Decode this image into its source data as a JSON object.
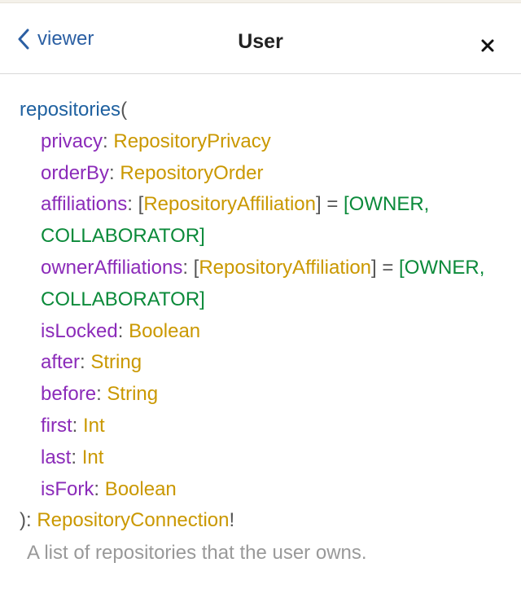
{
  "header": {
    "back_label": "viewer",
    "title": "User"
  },
  "field": {
    "name": "repositories",
    "open_paren": "(",
    "args": [
      {
        "name": "privacy",
        "type": "RepositoryPrivacy"
      },
      {
        "name": "orderBy",
        "type": "RepositoryOrder"
      },
      {
        "name": "affiliations",
        "type_prefix": "[",
        "type": "RepositoryAffiliation",
        "type_suffix": "]",
        "default": "[OWNER, COLLABORATOR]"
      },
      {
        "name": "ownerAffiliations",
        "type_prefix": "[",
        "type": "RepositoryAffiliation",
        "type_suffix": "]",
        "default": "[OWNER, COLLABORATOR]"
      },
      {
        "name": "isLocked",
        "type": "Boolean"
      },
      {
        "name": "after",
        "type": "String"
      },
      {
        "name": "before",
        "type": "String"
      },
      {
        "name": "first",
        "type": "Int"
      },
      {
        "name": "last",
        "type": "Int"
      },
      {
        "name": "isFork",
        "type": "Boolean"
      }
    ],
    "close_paren": "):",
    "return_type": "RepositoryConnection",
    "non_null": "!",
    "description": "A list of repositories that the user owns."
  },
  "punct": {
    "colon": ": ",
    "equals": " = "
  },
  "icons": {
    "back": "chevron-left-icon",
    "close": "close-icon"
  },
  "colors": {
    "field_name": "#1f61a0",
    "arg_name": "#8b2bb9",
    "type_name": "#ca9800",
    "default_value": "#0b8a3a",
    "back_link": "#2b5fa3"
  }
}
